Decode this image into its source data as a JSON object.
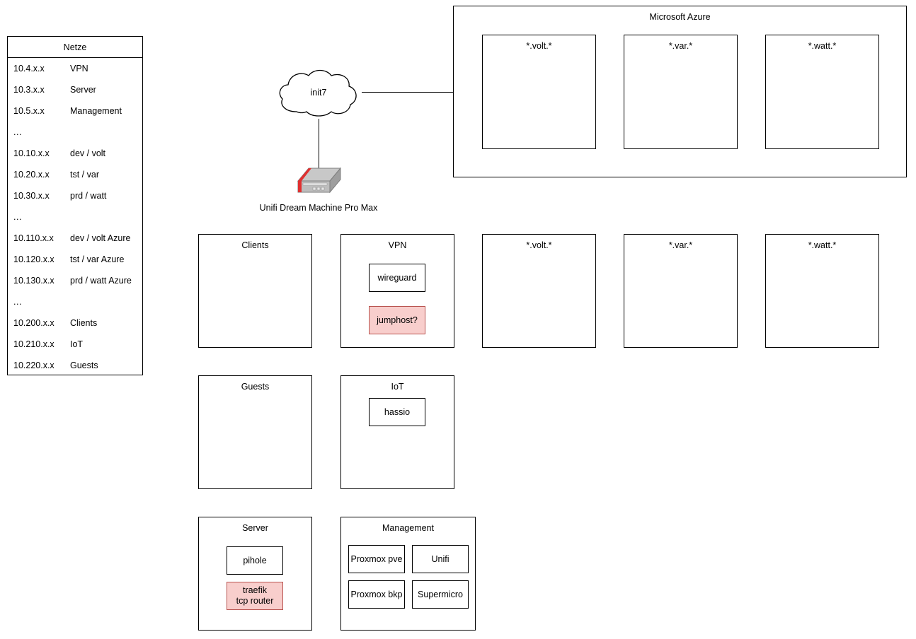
{
  "diagram": {
    "title": "Home network / Azure architecture diagram",
    "colors": {
      "stroke": "#000000",
      "background": "#ffffff",
      "highlight_fill": "#f8cecc",
      "highlight_stroke": "#b85450"
    }
  },
  "netze_table": {
    "header": "Netze",
    "rows": [
      {
        "cidr": "10.4.x.x",
        "name": "VPN"
      },
      {
        "cidr": "10.3.x.x",
        "name": "Server"
      },
      {
        "cidr": "10.5.x.x",
        "name": "Management"
      },
      {
        "cidr": "...",
        "name": ""
      },
      {
        "cidr": "10.10.x.x",
        "name": "dev / volt"
      },
      {
        "cidr": "10.20.x.x",
        "name": "tst / var"
      },
      {
        "cidr": "10.30.x.x",
        "name": "prd / watt"
      },
      {
        "cidr": "...",
        "name": ""
      },
      {
        "cidr": "10.110.x.x",
        "name": "dev / volt Azure"
      },
      {
        "cidr": "10.120.x.x",
        "name": "tst / var Azure"
      },
      {
        "cidr": "10.130.x.x",
        "name": "prd / watt Azure"
      },
      {
        "cidr": "...",
        "name": ""
      },
      {
        "cidr": "10.200.x.x",
        "name": "Clients"
      },
      {
        "cidr": "10.210.x.x",
        "name": "IoT"
      },
      {
        "cidr": "10.220.x.x",
        "name": "Guests"
      }
    ]
  },
  "internet": {
    "cloud_label": "init7"
  },
  "gateway": {
    "label": "Unifi Dream Machine Pro Max"
  },
  "azure": {
    "title": "Microsoft Azure",
    "environments": [
      {
        "label": "*.volt.*"
      },
      {
        "label": "*.var.*"
      },
      {
        "label": "*.watt.*"
      }
    ]
  },
  "vlans": {
    "clients": {
      "title": "Clients",
      "nodes": []
    },
    "vpn": {
      "title": "VPN",
      "nodes": [
        {
          "label": "wireguard",
          "highlight": false
        },
        {
          "label": "jumphost?",
          "highlight": true
        }
      ]
    },
    "onprem_environments": [
      {
        "label": "*.volt.*"
      },
      {
        "label": "*.var.*"
      },
      {
        "label": "*.watt.*"
      }
    ],
    "guests": {
      "title": "Guests",
      "nodes": []
    },
    "iot": {
      "title": "IoT",
      "nodes": [
        {
          "label": "hassio",
          "highlight": false
        }
      ]
    },
    "server": {
      "title": "Server",
      "nodes": [
        {
          "label": "pihole",
          "highlight": false
        },
        {
          "label": "traefik\ntcp router",
          "line1": "traefik",
          "line2": "tcp router",
          "highlight": true
        }
      ]
    },
    "management": {
      "title": "Management",
      "nodes": [
        {
          "label": "Proxmox pve"
        },
        {
          "label": "Unifi"
        },
        {
          "label": "Proxmox bkp"
        },
        {
          "label": "Supermicro"
        }
      ]
    }
  }
}
